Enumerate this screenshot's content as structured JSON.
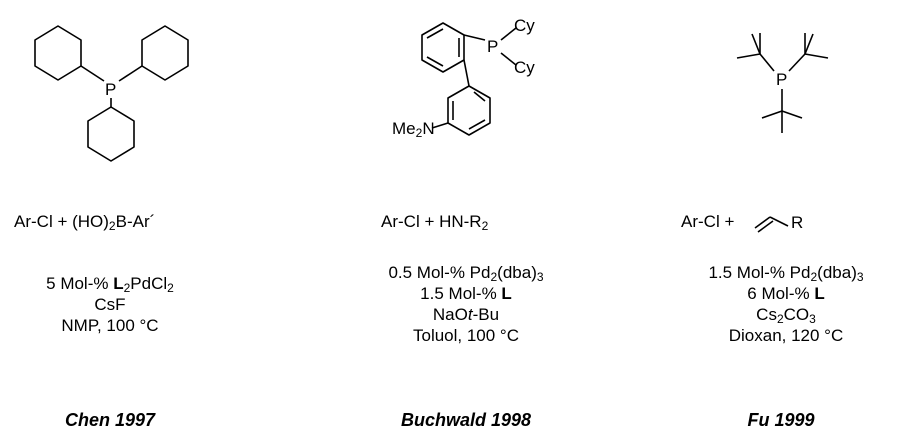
{
  "structures": {
    "pcy3": {
      "phosphorus": "P"
    },
    "davephos": {
      "phosphorus": "P",
      "cy_top": "Cy",
      "cy_bottom": "Cy",
      "amine": "Me",
      "amine_sub": "2",
      "amine_n": "N"
    },
    "ptbu3": {
      "phosphorus": "P"
    }
  },
  "columns": [
    {
      "reaction": {
        "left": "Ar-Cl  +  (HO)",
        "sub": "2",
        "right": "B-Ar´"
      },
      "conditions": [
        {
          "pre": "5 Mol-% ",
          "bold": "L",
          "sub": "2",
          "post": "PdCl",
          "sub2": "2"
        },
        {
          "pre": "CsF"
        },
        {
          "pre": "NMP, 100 °C"
        }
      ],
      "citation": "Chen 1997"
    },
    {
      "reaction": {
        "left": "Ar-Cl  +  HN-R",
        "sub": "2"
      },
      "conditions": [
        {
          "pre": "0.5 Mol-% Pd",
          "sub": "2",
          "post": "(dba)",
          "sub2": "3"
        },
        {
          "pre": "1.5 Mol-% ",
          "bold": "L"
        },
        {
          "pre": "NaO",
          "ital": "t",
          "post": "-Bu"
        },
        {
          "pre": "Toluol, 100 °C"
        }
      ],
      "citation": "Buchwald 1998"
    },
    {
      "reaction": {
        "left": "Ar-Cl  +",
        "alkene_r": "R"
      },
      "conditions": [
        {
          "pre": "1.5 Mol-% Pd",
          "sub": "2",
          "post": "(dba)",
          "sub2": "3"
        },
        {
          "pre": "6 Mol-% ",
          "bold": "L"
        },
        {
          "pre": "Cs",
          "sub": "2",
          "post": "CO",
          "sub2": "3"
        },
        {
          "pre": "Dioxan, 120 °C"
        }
      ],
      "citation": "Fu 1999"
    }
  ]
}
